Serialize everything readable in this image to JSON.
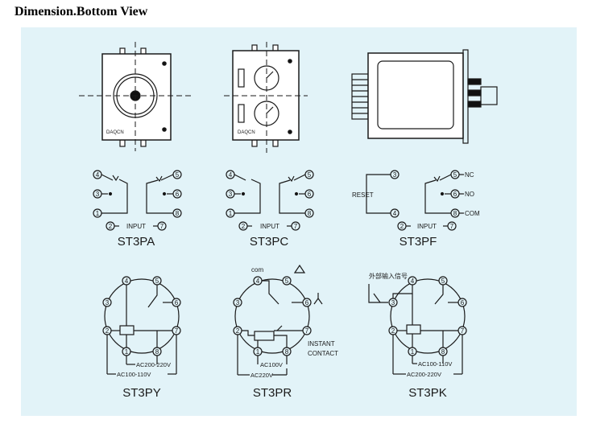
{
  "header": {
    "title": "Dimension.Bottom View"
  },
  "devices": {
    "brand": "DAQCN",
    "pin_numbers": [
      "1",
      "2",
      "3",
      "4",
      "5",
      "6",
      "7",
      "8"
    ]
  },
  "labels": {
    "input": "INPUT",
    "reset": "RESET",
    "nc": "NC",
    "no": "NO",
    "com_upper": "COM",
    "com_lower": "com",
    "instant": "INSTANT",
    "contact": "CONTACT",
    "ext_input": "外部输入信号",
    "ac200_220": "AC200-220V",
    "ac100_110": "AC100-110V",
    "ac100v": "AC100V",
    "ac220v": "AC220V"
  },
  "models": {
    "pa": "ST3PA",
    "pc": "ST3PC",
    "pf": "ST3PF",
    "py": "ST3PY",
    "pr": "ST3PR",
    "pk": "ST3PK"
  },
  "colors": {
    "panel": "#e2f3f8",
    "line": "#1a1a1a"
  }
}
